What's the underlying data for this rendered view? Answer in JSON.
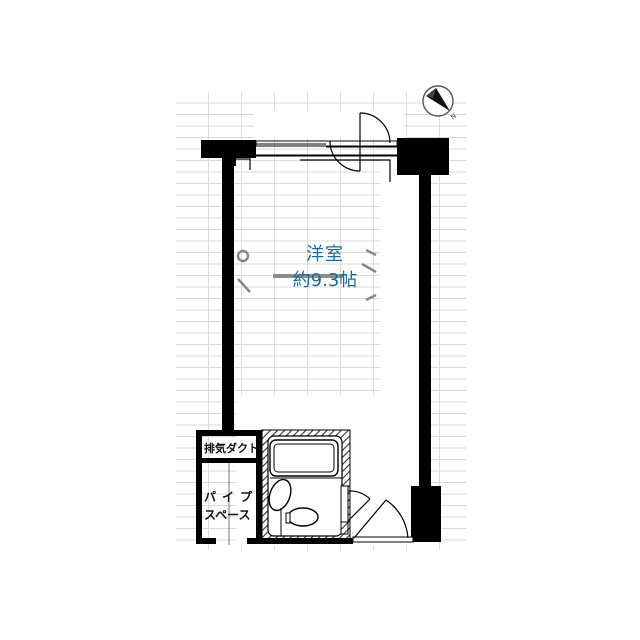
{
  "floorplan": {
    "rooms": [
      {
        "id": "western-room",
        "name": "洋室",
        "area": "約9.3帖"
      }
    ],
    "labels": {
      "exhaust_duct": "排気ダクト",
      "pipe_space_line1": "パイプ",
      "pipe_space_line2": "スペース"
    },
    "compass": {
      "direction_label": "N"
    },
    "colors": {
      "wall": "#000000",
      "room_label": "#1a6a9a",
      "grid": "#d9d9d9",
      "hatch": "#333333"
    }
  }
}
